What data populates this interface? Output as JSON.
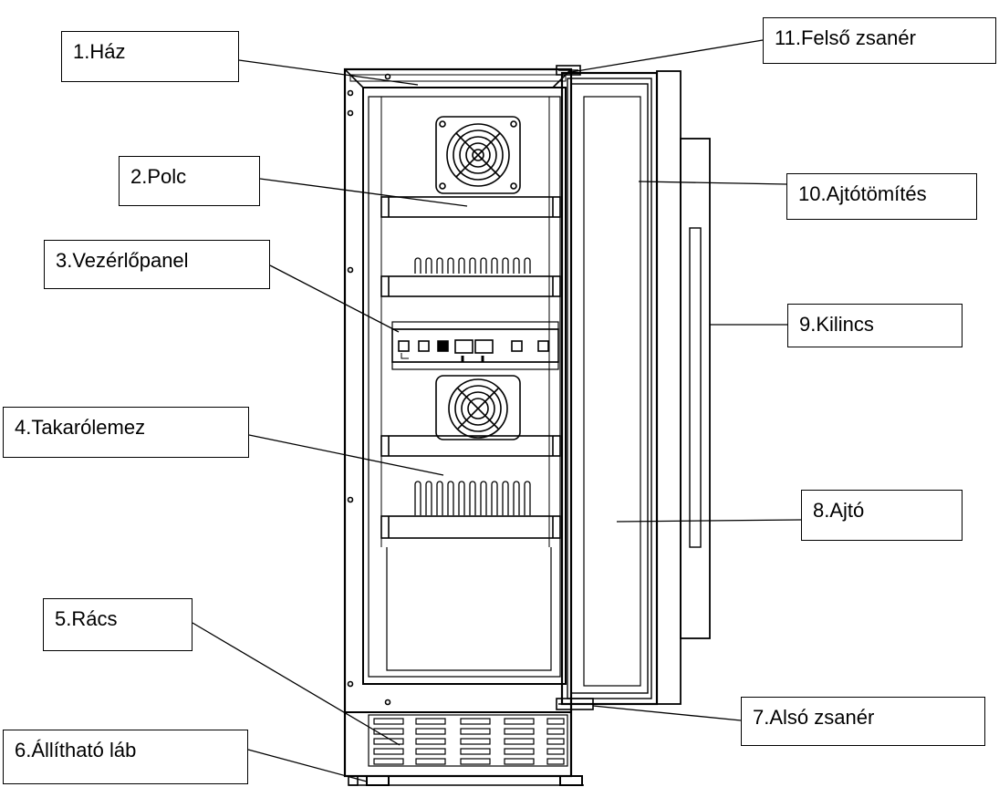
{
  "labels": {
    "haz": "1.Ház",
    "polc": "2.Polc",
    "vezerlopanel": "3.Vezérlőpanel",
    "takarolemez": "4.Takarólemez",
    "racs": "5.Rács",
    "allithato_lab": "6.Állítható láb",
    "also_zsaner": "7.Alsó zsanér",
    "ajto": "8.Ajtó",
    "kilincs": "9.Kilincs",
    "ajtotomites": "10.Ajtótömítés",
    "felso_zsaner": "11.Felső zsanér"
  },
  "colors": {
    "line": "#000000",
    "background": "#ffffff"
  }
}
